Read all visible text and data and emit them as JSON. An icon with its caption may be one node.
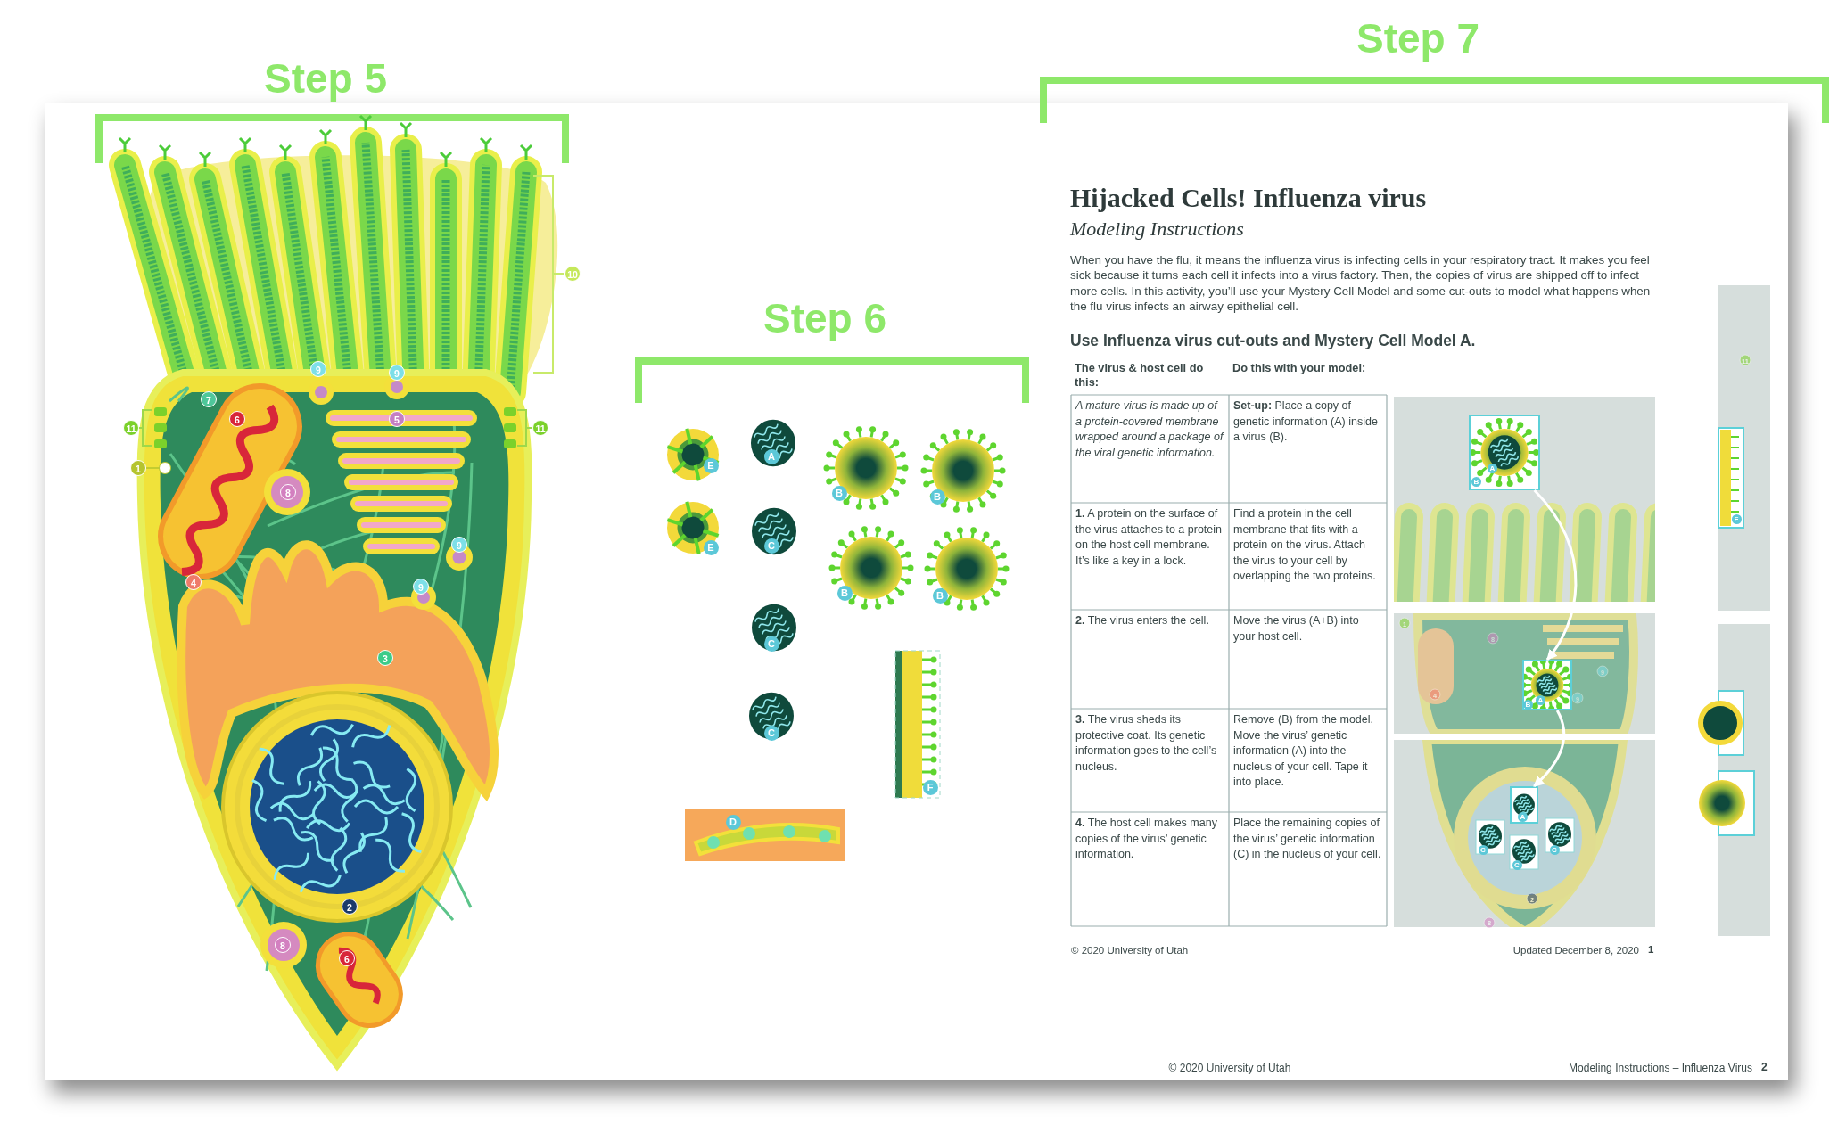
{
  "diagram": {
    "nodes": [
      {
        "text": [
          "A",
          "B"
        ]
      },
      {
        "text": [
          "A",
          "B"
        ]
      },
      {
        "text": [
          "A"
        ]
      },
      {
        "text": [
          "1"
        ]
      },
      {
        "text": [],
        "shape": "circle"
      }
    ],
    "edges": [
      {
        "from": 0,
        "to": 1,
        "arrow": "to"
      },
      {
        "from": 1,
        "to": 2,
        "arrow": "to"
      },
      {
        "from": 3,
        "to": 4,
        "arrow": "none",
        "color": "#b5c42e"
      }
    ],
    "labels": [
      "Step 5",
      "Step 7",
      "Step 6",
      "10",
      "9",
      "9",
      "7",
      "6",
      "5",
      "11",
      "11",
      "8",
      "9",
      "4",
      "9",
      "3",
      "2",
      "8",
      "6",
      "E",
      "A",
      "B",
      "B",
      "E",
      "C",
      "B",
      "B",
      "C",
      "C",
      "F",
      "D",
      "Hijacked Cells! Influenza virus",
      "Modeling Instructions",
      "When you have the flu, it means the influenza virus is infecting cells in your respiratory tract. It makes you feel sick because it turns each cell it infects into a virus factory. Then, the copies of virus are shipped off to infect more cells. In this activity, you’ll use your Mystery Cell Model and some cut-outs to model what happens when the flu virus infects an airway epithelial cell.",
      "Use Influenza virus cut-outs and Mystery Cell Model A.",
      "The virus & host cell do this:",
      "Do this with your model:",
      "A mature virus is made up of a protein-covered membrane wrapped around a package of the viral genetic information.",
      "**Set-up:** Place a copy of genetic information (A) inside a virus (B).",
      "**1.** A protein on the surface of the virus attaches to a protein on the host cell membrane. It’s like a key in a lock.",
      "Find a protein in the cell membrane that fits with a protein on the virus. Attach the virus to your cell by overlapping the two proteins.",
      "**2.** The virus enters the cell.",
      "Move the virus (A+B) into your host cell.",
      "**3.** The virus sheds its protective coat. Its genetic information goes to the cell’s nucleus.",
      "Remove (B) from the model. Move the virus’ genetic information (A) into the nucleus of your cell. Tape it into place.",
      "**4.** The host cell makes many copies of the virus’ genetic information.",
      "Place the remaining copies of the virus’ genetic information (C) in the nucleus of your cell.",
      "© 2020 University of Utah",
      "Updated December 8, 2020",
      "1",
      "1",
      "9",
      "8",
      "9",
      "4",
      "C",
      "C",
      "C",
      "2",
      "8",
      "11",
      "F",
      "© 2020 University of Utah",
      "Modeling Instructions – Influenza Virus",
      "2"
    ]
  }
}
